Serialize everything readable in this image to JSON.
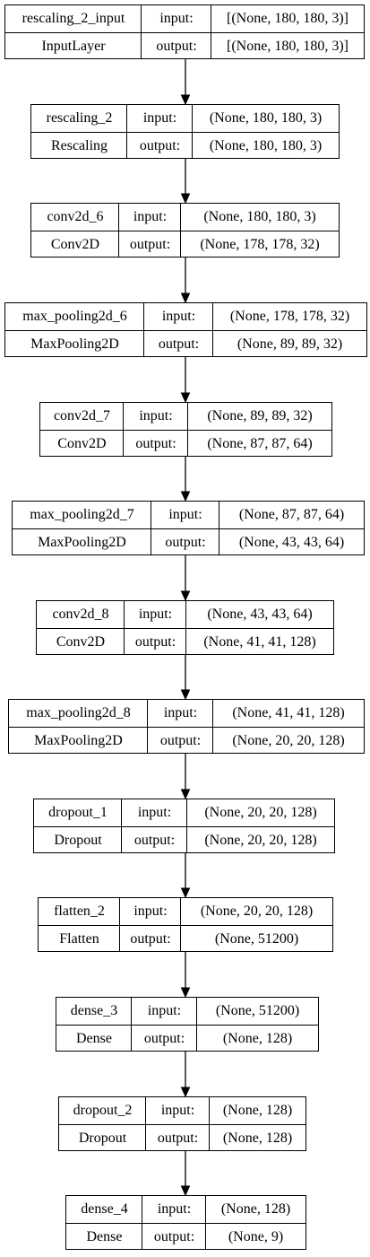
{
  "labels": {
    "input": "input:",
    "output": "output:"
  },
  "layers": [
    {
      "name": "rescaling_2_input",
      "type": "InputLayer",
      "input": "[(None, 180, 180, 3)]",
      "output": "[(None, 180, 180, 3)]"
    },
    {
      "name": "rescaling_2",
      "type": "Rescaling",
      "input": "(None, 180, 180, 3)",
      "output": "(None, 180, 180, 3)"
    },
    {
      "name": "conv2d_6",
      "type": "Conv2D",
      "input": "(None, 180, 180, 3)",
      "output": "(None, 178, 178, 32)"
    },
    {
      "name": "max_pooling2d_6",
      "type": "MaxPooling2D",
      "input": "(None, 178, 178, 32)",
      "output": "(None, 89, 89, 32)"
    },
    {
      "name": "conv2d_7",
      "type": "Conv2D",
      "input": "(None, 89, 89, 32)",
      "output": "(None, 87, 87, 64)"
    },
    {
      "name": "max_pooling2d_7",
      "type": "MaxPooling2D",
      "input": "(None, 87, 87, 64)",
      "output": "(None, 43, 43, 64)"
    },
    {
      "name": "conv2d_8",
      "type": "Conv2D",
      "input": "(None, 43, 43, 64)",
      "output": "(None, 41, 41, 128)"
    },
    {
      "name": "max_pooling2d_8",
      "type": "MaxPooling2D",
      "input": "(None, 41, 41, 128)",
      "output": "(None, 20, 20, 128)"
    },
    {
      "name": "dropout_1",
      "type": "Dropout",
      "input": "(None, 20, 20, 128)",
      "output": "(None, 20, 20, 128)"
    },
    {
      "name": "flatten_2",
      "type": "Flatten",
      "input": "(None, 20, 20, 128)",
      "output": "(None, 51200)"
    },
    {
      "name": "dense_3",
      "type": "Dense",
      "input": "(None, 51200)",
      "output": "(None, 128)"
    },
    {
      "name": "dropout_2",
      "type": "Dropout",
      "input": "(None, 128)",
      "output": "(None, 128)"
    },
    {
      "name": "dense_4",
      "type": "Dense",
      "input": "(None, 128)",
      "output": "(None, 9)"
    }
  ]
}
